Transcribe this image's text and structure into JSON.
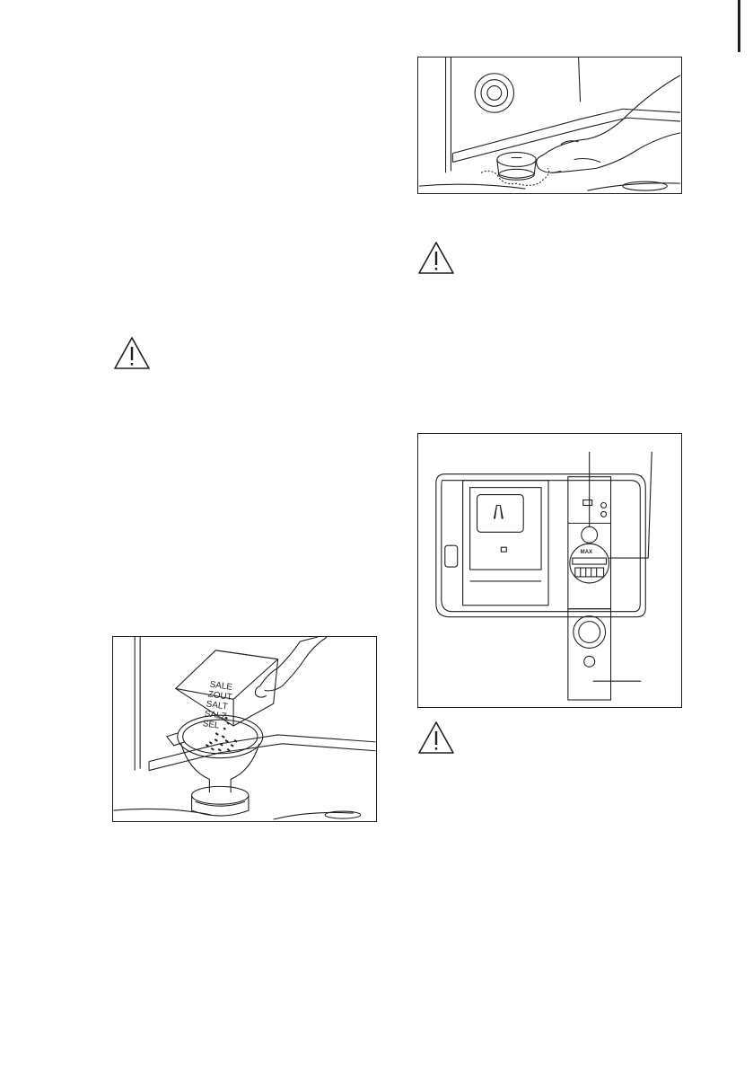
{
  "salt_box": {
    "lines": [
      "SALE",
      "ZOUT",
      "SALT",
      "SALZ",
      "SEL"
    ]
  },
  "dial": {
    "label_max": "MAX"
  },
  "icons": {
    "warning": "warning-triangle-icon"
  },
  "colors": {
    "ink": "#231f20",
    "paper": "#ffffff"
  }
}
